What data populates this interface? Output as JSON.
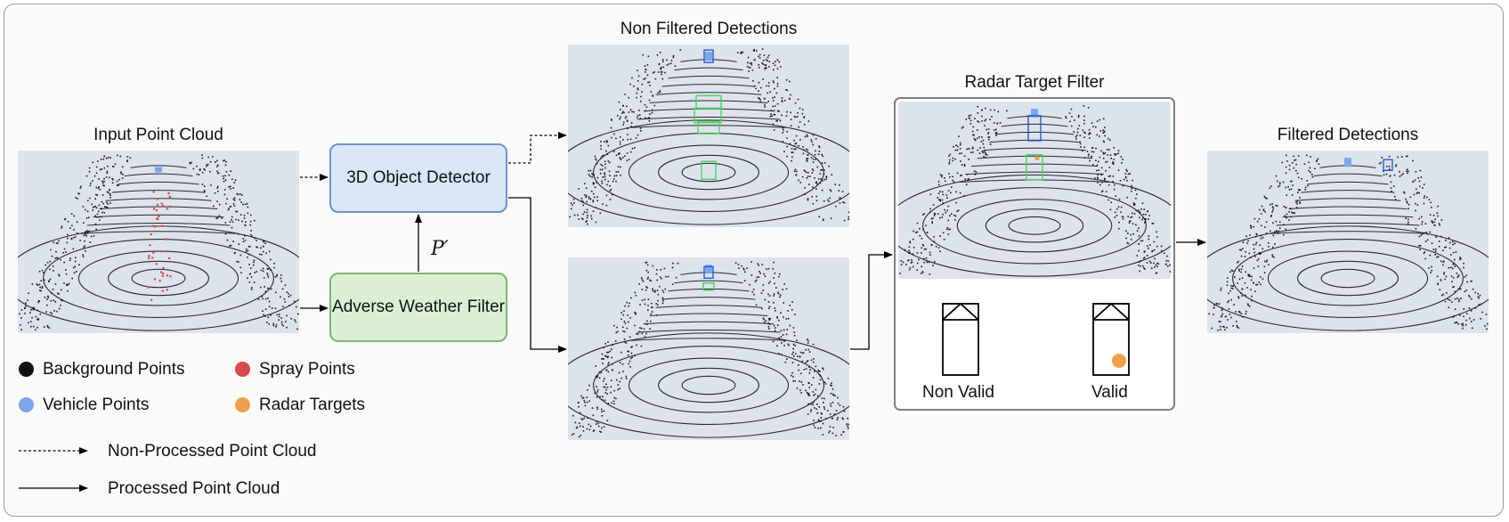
{
  "panels": {
    "input_title": "Input Point Cloud",
    "non_filtered_title": "Non Filtered Detections",
    "radar_title": "Radar Target Filter",
    "filtered_title": "Filtered Detections"
  },
  "blocks": {
    "detector_label": "3D Object Detector",
    "weather_filter_label": "Adverse Weather Filter",
    "pprime_label": "P′"
  },
  "radar_filter": {
    "non_valid_label": "Non Valid",
    "valid_label": "Valid"
  },
  "legend": {
    "background": "Background Points",
    "spray": "Spray Points",
    "vehicle": "Vehicle Points",
    "radar": "Radar Targets",
    "non_processed": "Non-Processed Point Cloud",
    "processed": "Processed Point Cloud"
  },
  "colors": {
    "background_points": "#111111",
    "spray_points": "#d9484a",
    "vehicle_points": "#7aa7e8",
    "radar_targets": "#f0a04b",
    "detector_fill": "#dae7f8",
    "weather_filter_fill": "#dcefd4",
    "detection_box_green": "#49d35a",
    "detection_box_blue": "#2f55d4"
  }
}
